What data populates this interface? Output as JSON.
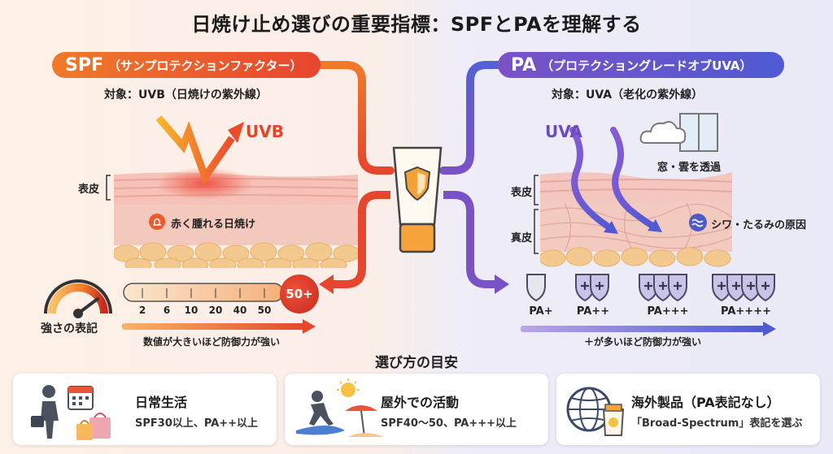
{
  "title": "日焼け止め選びの重要指標：SPFとPAを理解する",
  "spf": {
    "pill_main": "SPF",
    "pill_sub": "（サンプロテクションファクター）",
    "target": "対象：UVB（日焼けの紫外線）",
    "ray_label": "UVB",
    "layer_label": "表皮",
    "burn_label": "赤く腫れる日焼け",
    "gauge_label": "強さの表記",
    "scale_ticks": [
      "2",
      "6",
      "10",
      "20",
      "40",
      "50"
    ],
    "scale_max_badge": "50+",
    "arrow_caption": "数値が大きいほど防御力が強い"
  },
  "pa": {
    "pill_main": "PA",
    "pill_sub": "（プロテクショングレードオブUVA）",
    "target": "対象：UVA（老化の紫外線）",
    "ray_label": "UVA",
    "window_label": "窓・雲を透過",
    "layer_label_1": "表皮",
    "layer_label_2": "真皮",
    "wrinkle_label": "シワ・たるみの原因",
    "grades": [
      "PA+",
      "PA++",
      "PA+++",
      "PA++++"
    ],
    "grade_plus_counts": [
      1,
      2,
      3,
      4
    ],
    "arrow_caption": "＋が多いほど防御力が強い"
  },
  "guide": {
    "title": "選び方の目安",
    "cards": [
      {
        "title": "日常生活",
        "desc": "SPF30以上、PA++以上",
        "icon": "commuter-icon"
      },
      {
        "title": "屋外での活動",
        "desc": "SPF40〜50、PA+++以上",
        "icon": "surfer-beach-icon"
      },
      {
        "title": "海外製品（PA表記なし）",
        "desc": "「Broad-Spectrum」表記を選ぶ",
        "icon": "globe-sunscreen-icon"
      }
    ]
  },
  "colors": {
    "spf_accent": "#e8452e",
    "spf_orange": "#f07a2a",
    "pa_accent": "#6a4bc4",
    "pa_blue": "#4f5ad2"
  }
}
